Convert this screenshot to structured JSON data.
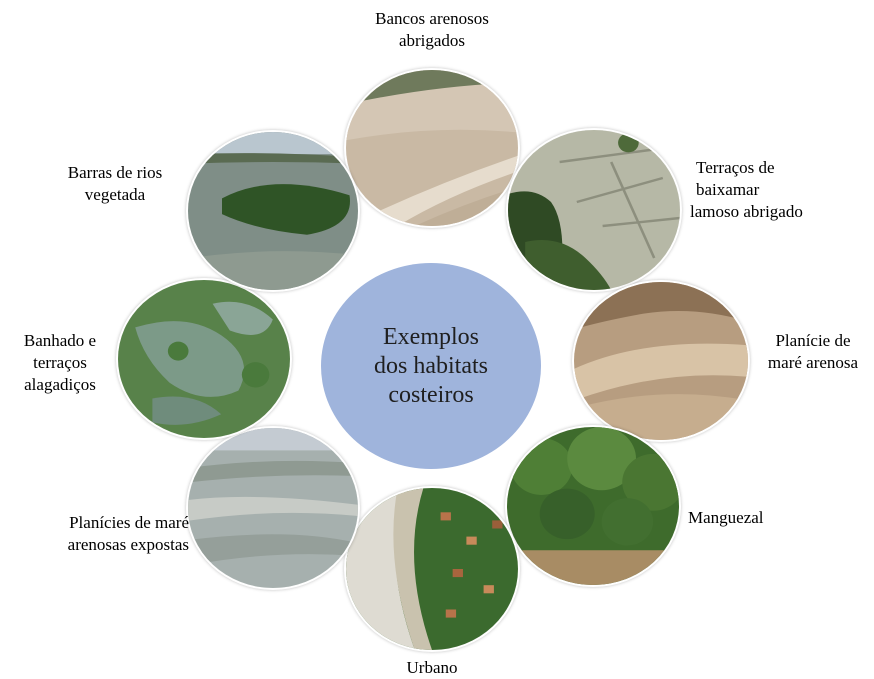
{
  "center": {
    "lines": [
      "Exemplos",
      "dos habitats",
      "costeiros"
    ],
    "color": "#9fb4dc"
  },
  "habitats": [
    {
      "lines": [
        "Bancos arenosos",
        "abrigados"
      ],
      "image": "sheltered-sandbank-aerial-photo"
    },
    {
      "lines": [
        "Terraços de",
        "baixamar",
        "lamoso abrigado"
      ],
      "image": "muddy-tidal-terrace-photo"
    },
    {
      "lines": [
        "Planície de",
        "maré arenosa"
      ],
      "image": "sandy-tidal-flat-photo"
    },
    {
      "lines": [
        "Manguezal"
      ],
      "image": "mangrove-photo"
    },
    {
      "lines": [
        "Urbano"
      ],
      "image": "urban-coast-aerial-photo"
    },
    {
      "lines": [
        "Planícies de maré",
        "arenosas expostas"
      ],
      "image": "exposed-sandy-flats-photo"
    },
    {
      "lines": [
        "Banhado e",
        "terraços",
        "alagadiços"
      ],
      "image": "marsh-wetland-photo"
    },
    {
      "lines": [
        "Barras de rios",
        "vegetada"
      ],
      "image": "vegetated-river-bar-photo"
    }
  ]
}
